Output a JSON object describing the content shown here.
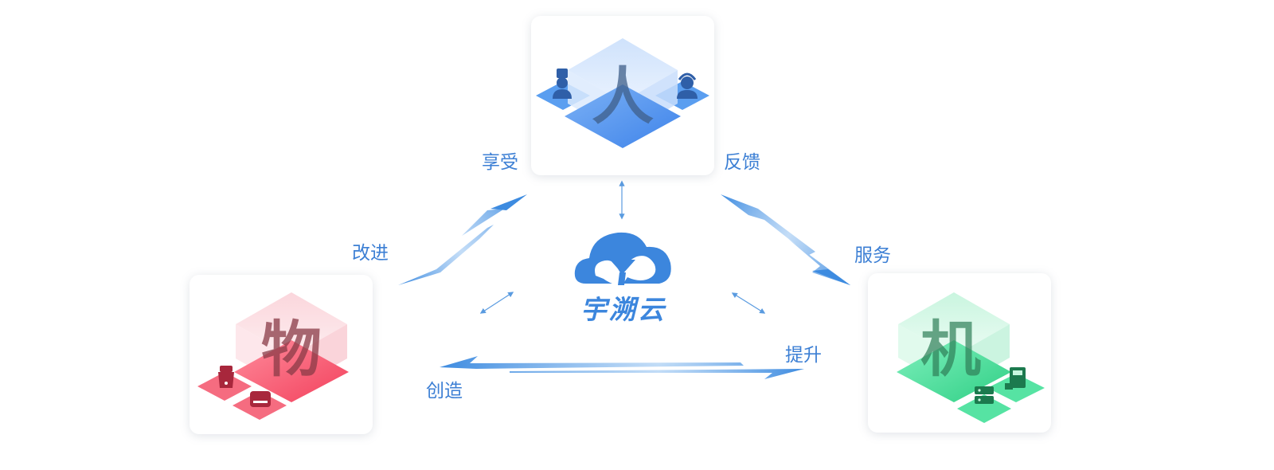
{
  "diagram": {
    "brand": {
      "name": "宇溯云",
      "logo_icon": "cloud-y-logo-icon",
      "color": "#3c86dd"
    },
    "nodes": [
      {
        "id": "ren",
        "char": "人",
        "theme": "blue",
        "color": "#4f93ec",
        "icons": [
          "chef-icon",
          "support-agent-icon"
        ]
      },
      {
        "id": "wu",
        "char": "物",
        "theme": "red",
        "color": "#f4566c",
        "icons": [
          "blender-icon",
          "toaster-icon"
        ]
      },
      {
        "id": "ji",
        "char": "机",
        "theme": "green",
        "color": "#3ddc92",
        "icons": [
          "server-icon",
          "pos-terminal-icon"
        ]
      }
    ],
    "relations": {
      "xiangshou": "享受",
      "fankui": "反馈",
      "gaijin": "改进",
      "fuwu": "服务",
      "tisheng": "提升",
      "chuangzao": "创造"
    },
    "arrow_color": "#4a90e2",
    "label_color": "#3c7fd4"
  }
}
